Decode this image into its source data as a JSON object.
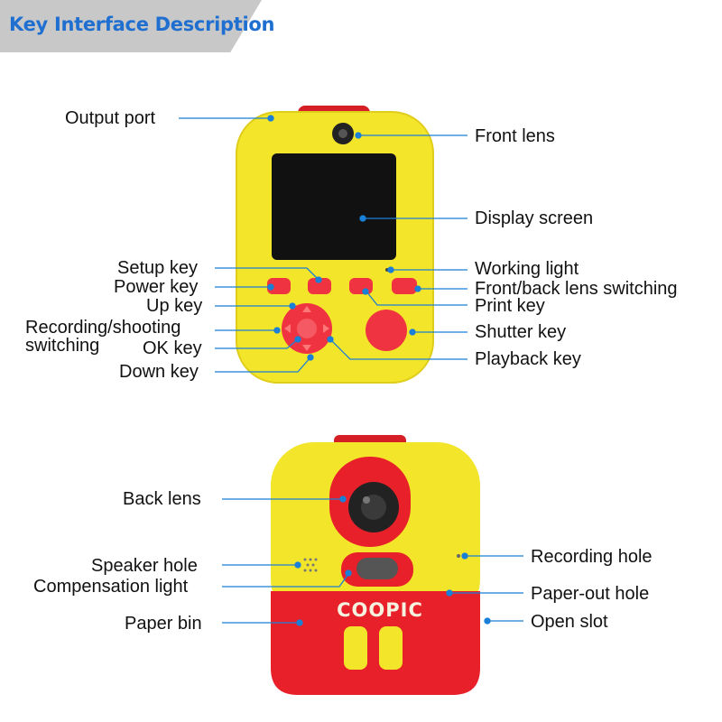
{
  "header": {
    "title": "Key Interface Description"
  },
  "front_labels": {
    "output_port": "Output port",
    "front_lens": "Front lens",
    "display_screen": "Display screen",
    "setup_key": "Setup key",
    "working_light": "Working light",
    "power_key": "Power key",
    "front_back_switch": "Front/back lens switching",
    "up_key": "Up key",
    "print_key": "Print key",
    "recording_shooting_1": "Recording/shooting",
    "recording_shooting_2": "switching",
    "shutter_key": "Shutter key",
    "ok_key": "OK key",
    "playback_key": "Playback key",
    "down_key": "Down key"
  },
  "back_labels": {
    "back_lens": "Back lens",
    "recording_hole": "Recording hole",
    "speaker_hole": "Speaker hole",
    "compensation_light": "Compensation light",
    "paper_out_hole": "Paper-out hole",
    "paper_bin": "Paper bin",
    "open_slot": "Open slot"
  },
  "brand": {
    "logo_text": "COOPIC"
  },
  "colors": {
    "accent_line": "#1a7fd6",
    "body_yellow": "#f6ea2a",
    "body_red": "#e8202a",
    "banner_text": "#1f6fd1"
  }
}
